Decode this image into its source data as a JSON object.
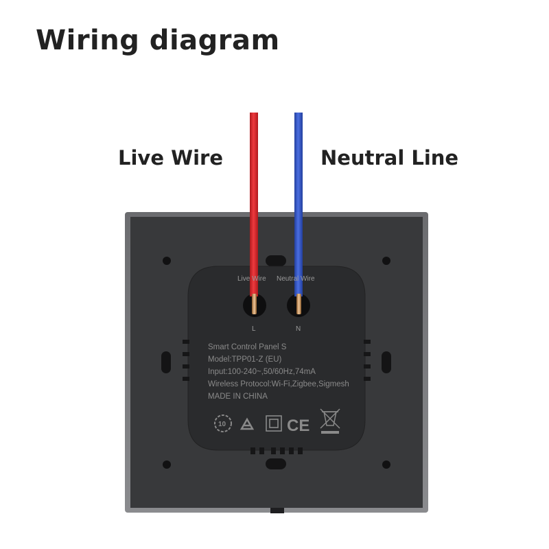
{
  "title": "Wiring diagram",
  "callouts": {
    "live": "Live Wire",
    "neutral": "Neutral Line"
  },
  "module": {
    "live_label": "Live Wire",
    "neutral_label": "Neutral Wire",
    "terminal_l": "L",
    "terminal_n": "N",
    "specs": [
      "Smart Control Panel S",
      "Model:TPP01-Z (EU)",
      "Input:100-240~,50/60Hz,74mA",
      "Wireless Protocol:Wi-Fi,Zigbee,Sigmesh",
      "MADE IN CHINA"
    ],
    "marks": {
      "years": "10",
      "ce": "CE"
    }
  },
  "colors": {
    "live_wire": "#e0262a",
    "neutral_wire": "#2f52c8",
    "panel": "#3a3b3d",
    "module": "#2b2c2e"
  }
}
